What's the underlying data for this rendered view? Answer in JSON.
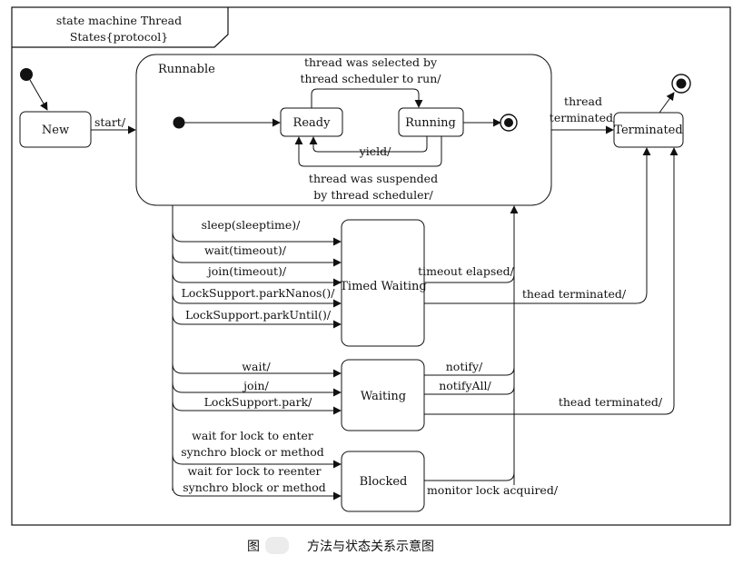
{
  "frame": {
    "title_line1": "state machine Thread",
    "title_line2": "States{protocol}"
  },
  "states": {
    "new": "New",
    "runnable": "Runnable",
    "ready": "Ready",
    "running": "Running",
    "terminated": "Terminated",
    "timed_waiting": "Timed Waiting",
    "waiting": "Waiting",
    "blocked": "Blocked"
  },
  "transitions": {
    "start": "start/",
    "selected_1": "thread was selected by",
    "selected_2": "thread scheduler to run/",
    "yield": "yield/",
    "suspended_1": "thread was suspended",
    "suspended_2": "by thread scheduler/",
    "thread_terminated_1": "thread",
    "thread_terminated_2": "terminated/",
    "sleep": "sleep(sleeptime)/",
    "wait_timeout": "wait(timeout)/",
    "join_timeout": "join(timeout)/",
    "park_nanos": "LockSupport.parkNanos()/",
    "park_until": "LockSupport.parkUntil()/",
    "timeout_elapsed": "timeout elapsed/",
    "thead_terminated_tw": "thead terminated/",
    "wait": "wait/",
    "join": "join/",
    "park": "LockSupport.park/",
    "notify": "notify/",
    "notify_all": "notifyAll/",
    "thead_terminated_w": "thead terminated/",
    "wait_lock_1": "wait for lock to enter",
    "wait_lock_2": "synchro block or method",
    "wait_relock_1": "wait for lock to reenter",
    "wait_relock_2": "synchro block or method",
    "monitor_acquired": "monitor lock acquired/"
  },
  "caption": {
    "prefix": "图",
    "text": "方法与状态关系示意图"
  }
}
